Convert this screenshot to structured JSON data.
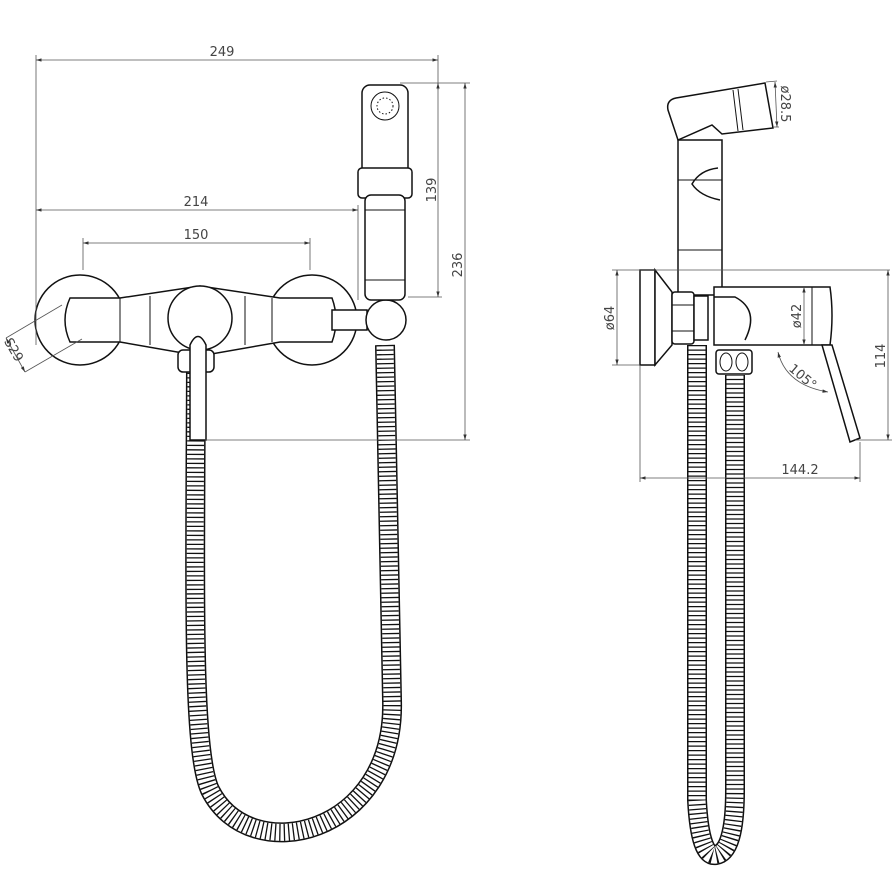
{
  "drawing": {
    "front_view": {
      "dimensions": {
        "overall_width": "249",
        "to_outlet_width": "214",
        "centers_width": "150",
        "nut_size": "S29",
        "handset_height": "139",
        "overall_height": "236"
      }
    },
    "side_view": {
      "dimensions": {
        "handset_diameter": "ø28.5",
        "flange_diameter": "ø64",
        "body_diameter": "ø42",
        "height": "114",
        "lever_angle": "105°",
        "depth": "144.2"
      }
    }
  }
}
